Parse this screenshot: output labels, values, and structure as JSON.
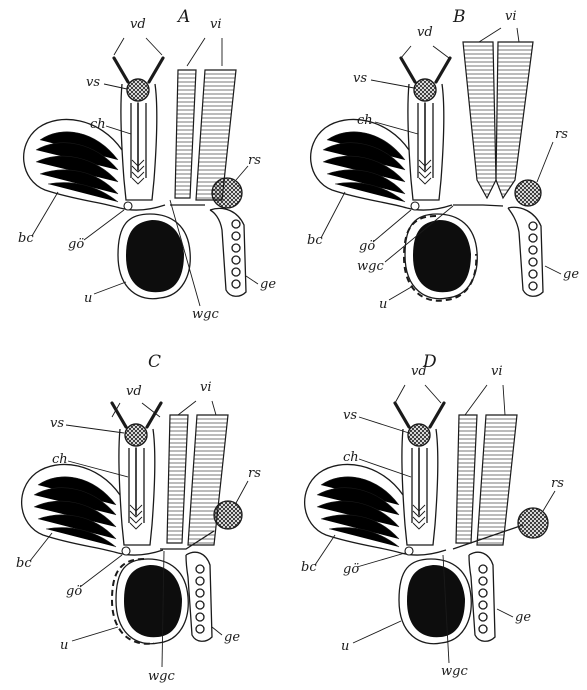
{
  "panels": [
    {
      "letter": "A",
      "labels": {
        "vd": "vd",
        "vi": "vi",
        "vs": "vs",
        "ch": "ch",
        "rs": "rs",
        "bc": "bc",
        "go": "gö",
        "u": "u",
        "wgc": "wgc",
        "ge": "ge"
      }
    },
    {
      "letter": "B",
      "labels": {
        "vd": "vd",
        "vi": "vi",
        "vs": "vs",
        "ch": "ch",
        "rs": "rs",
        "bc": "bc",
        "go": "gö",
        "u": "u",
        "wgc": "wgc",
        "ge": "ge"
      }
    },
    {
      "letter": "C",
      "labels": {
        "vd": "vd",
        "vi": "vi",
        "vs": "vs",
        "ch": "ch",
        "rs": "rs",
        "bc": "bc",
        "go": "gö",
        "u": "u",
        "wgc": "wgc",
        "ge": "ge"
      }
    },
    {
      "letter": "D",
      "labels": {
        "vd": "vd",
        "vi": "vi",
        "vs": "vs",
        "ch": "ch",
        "rs": "rs",
        "bc": "bc",
        "go": "gö",
        "u": "u",
        "wgc": "wgc",
        "ge": "ge"
      }
    }
  ],
  "colors": {
    "ink": "#1a1a1a",
    "paper": "#ffffff"
  }
}
